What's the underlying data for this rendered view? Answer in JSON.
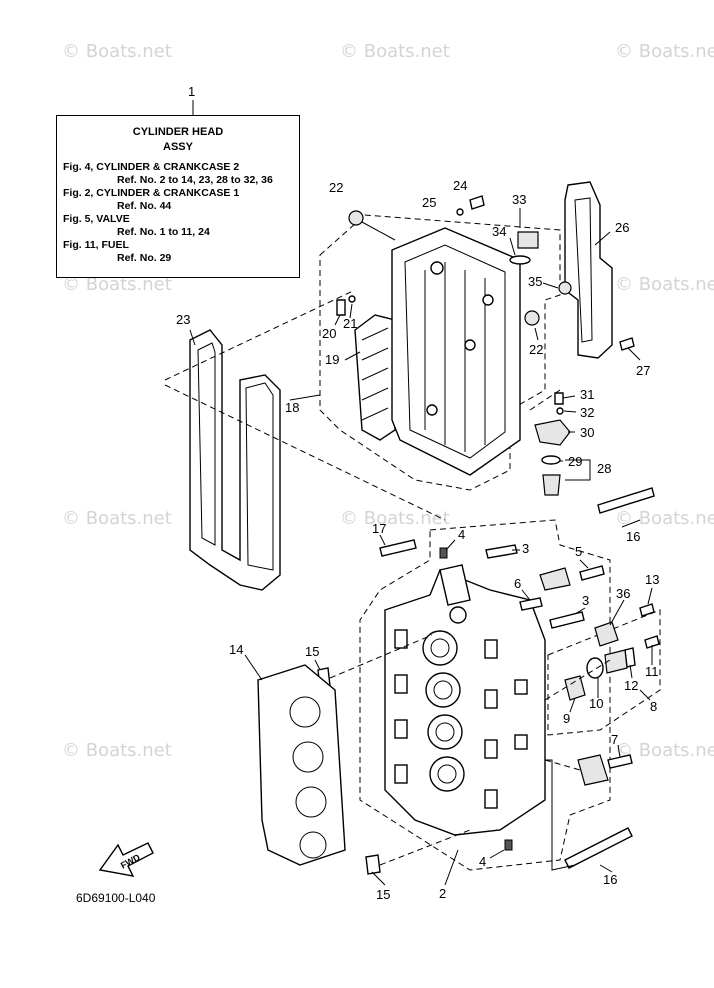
{
  "watermark": "© Boats.net",
  "legend": {
    "title_line1": "CYLINDER HEAD",
    "title_line2": "ASSY",
    "entries": [
      {
        "fig": "Fig. 4, CYLINDER & CRANKCASE 2",
        "ref": "Ref. No. 2 to 14, 23, 28 to 32, 36"
      },
      {
        "fig": "Fig. 2, CYLINDER & CRANKCASE 1",
        "ref": "Ref. No. 44"
      },
      {
        "fig": "Fig. 5, VALVE",
        "ref": "Ref. No. 1 to 11, 24"
      },
      {
        "fig": "Fig. 11, FUEL",
        "ref": "Ref. No. 29"
      }
    ]
  },
  "fwd_label": "FWD",
  "diagram_code": "6D69100-L040",
  "callouts": {
    "c1": "1",
    "c2": "2",
    "c3a": "3",
    "c3b": "3",
    "c4a": "4",
    "c4b": "4",
    "c5": "5",
    "c6": "6",
    "c7": "7",
    "c8": "8",
    "c9": "9",
    "c10": "10",
    "c11": "11",
    "c12": "12",
    "c13": "13",
    "c14": "14",
    "c15a": "15",
    "c15b": "15",
    "c16a": "16",
    "c16b": "16",
    "c17": "17",
    "c18": "18",
    "c19": "19",
    "c20": "20",
    "c21": "21",
    "c22a": "22",
    "c22b": "22",
    "c23": "23",
    "c24": "24",
    "c25": "25",
    "c26": "26",
    "c27": "27",
    "c28": "28",
    "c29": "29",
    "c30": "30",
    "c31": "31",
    "c32": "32",
    "c33": "33",
    "c34": "34",
    "c35": "35",
    "c36": "36"
  }
}
